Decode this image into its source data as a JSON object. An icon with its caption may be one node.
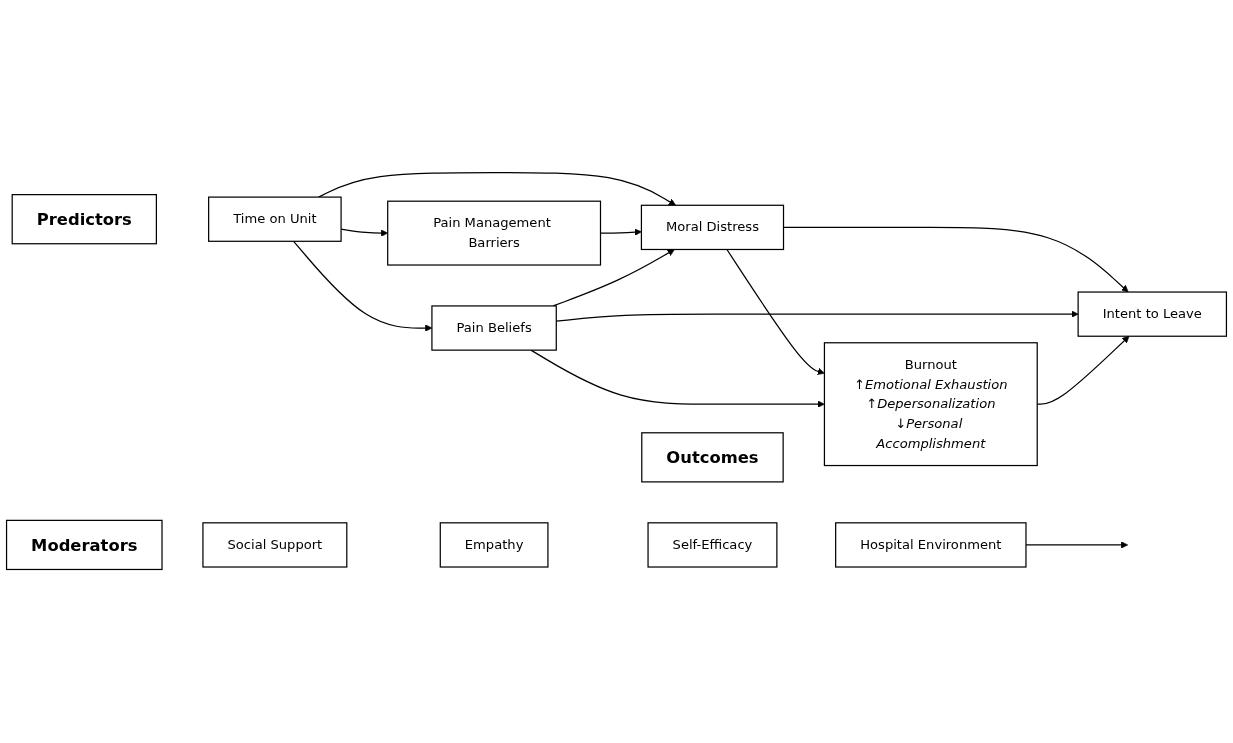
{
  "diagram": {
    "nodes": [
      {
        "text": [
          "Predictors"
        ]
      },
      {
        "text": [
          "Time on Unit"
        ]
      },
      {
        "text": [
          "Moral Distress"
        ]
      },
      {
        "text": [
          "Pain Management Barriers"
        ]
      },
      {
        "text": [
          "Pain Beliefs"
        ]
      },
      {
        "text": [
          "Moderators"
        ]
      },
      {
        "text": [
          "Social Support"
        ]
      },
      {
        "text": [
          "Empathy"
        ]
      },
      {
        "text": [
          "Self-Efficacy"
        ]
      },
      {
        "text": [
          "Hospital Environment"
        ]
      },
      {
        "text": [
          "Outcomes"
        ]
      },
      {
        "text": [
          "Burnout",
          "↑Emotional Exhaustion",
          "↑Depersonalization",
          "↓Personal Accomplishment"
        ]
      },
      {
        "text": [
          "Intent to Leave"
        ]
      }
    ],
    "edges": [
      {
        "from": 1,
        "to": 2,
        "arrow": "to"
      },
      {
        "from": 1,
        "to": 3,
        "arrow": "to"
      },
      {
        "from": 1,
        "to": 4,
        "arrow": "to"
      },
      {
        "from": 3,
        "to": 2,
        "arrow": "to"
      },
      {
        "from": 4,
        "to": 2,
        "arrow": "to"
      },
      {
        "from": 2,
        "to": 11,
        "arrow": "to"
      },
      {
        "from": 2,
        "to": 12,
        "arrow": "to"
      },
      {
        "from": 4,
        "to": 11,
        "arrow": "to"
      },
      {
        "from": 4,
        "to": 12,
        "arrow": "to"
      },
      {
        "from": 9,
        "to": null,
        "arrow": "to"
      },
      {
        "from": 11,
        "to": 12,
        "arrow": "to"
      }
    ]
  }
}
